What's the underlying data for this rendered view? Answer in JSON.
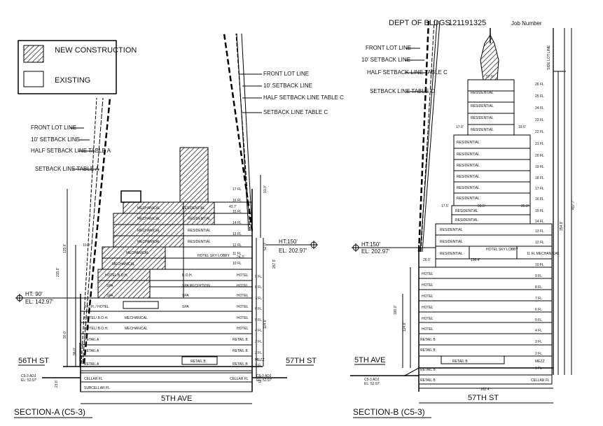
{
  "legend": {
    "new": "NEW CONSTRUCTION",
    "existing": "EXISTING"
  },
  "section_a": {
    "title": "SECTION-A (C5-3)",
    "street_left": "56TH ST",
    "street_right": "57TH ST",
    "street_bottom": "5TH AVE",
    "plane_labels": [
      "FRONT LOT LINE",
      "10' SETBACK LINE",
      "HALF SETBACK LINE TABLE A",
      "SETBACK LINE TABLE A"
    ],
    "plane_labels_right": [
      "FRONT LOT LINE",
      "10' SETBACK LINE",
      "HALF SETBACK LINE TABLE C",
      "SETBACK LINE TABLE C"
    ],
    "ht_left": [
      "HT: 90'",
      "EL: 142.97'"
    ],
    "ht_right": [
      "HT:150'",
      "EL: 202.97'"
    ],
    "adj_left": [
      "C5-3 ADJ",
      "EL: 52.97'"
    ],
    "adj_right": [
      "C5-3 ADJ",
      "EL: 52.97'"
    ],
    "floors": [
      "17 FL",
      "16 FL",
      "15 FL",
      "14 FL",
      "13 FL",
      "12 FL",
      "11 FL",
      "10 FL",
      "9 FL",
      "8 FL",
      "7 FL",
      "6 FL",
      "5 FL",
      "4 FL",
      "3 FL",
      "2 FL",
      "MEZZ",
      "1 FL"
    ],
    "rooms_new": [
      "MECHANICAL",
      "MECHANICAL",
      "MECHANICAL",
      "MECHANICAL",
      "MECHANICAL",
      "MECHANICAL",
      "HOTEL SKY LOBBY",
      "MECHANICAL",
      "HOTEL B.O.H.",
      "SPA",
      "SPA"
    ],
    "rooms_right": [
      "RESIDENTIAL",
      "RESIDENTIAL",
      "RESIDENTIAL",
      "RESIDENTIAL",
      "HOTEL SKY LOBBY",
      "B.O.H.",
      "SPA RECEPTION",
      "SPA",
      "SPA",
      "MECHANICAL",
      "MECHANICAL"
    ],
    "rooms_hotel": [
      "HOTEL",
      "HOTEL",
      "HOTEL",
      "HOTEL",
      "HOTEL",
      "HOTEL",
      "RETAIL B",
      "RETAIL B",
      "RETAIL B"
    ],
    "rooms_left": [
      "B.O.H. / HOTEL",
      "HOTEL/ B.O.H.",
      "HOTEL/ B.O.H.",
      "RETAIL A",
      "RETAIL A",
      "RETAIL A",
      "RETAIL B",
      "CELLAR FL",
      "SUBCELLAR FL",
      "CELLAR FL"
    ],
    "dims": [
      "215.6'",
      "125.6'",
      "90.0'",
      "96.0'",
      "23.6'",
      "91.0'",
      "52.0'",
      "267.5'",
      "124.6'",
      "10.0'",
      "24.3'",
      "43.7'",
      "12.5'"
    ]
  },
  "section_b": {
    "title": "SECTION-B (C5-3)",
    "header": "DEPT OF BLDGS",
    "job_number_value": "121191325",
    "job_number_label": "Job Number",
    "street_left": "5TH AVE",
    "street_bottom": "57TH ST",
    "plane_labels": [
      "FRONT LOT LINE",
      "10' SETBACK LINE",
      "HALF SETBACK LINE TABLE C",
      "SETBACK LINE TABLE C"
    ],
    "ht_left": [
      "HT:150'",
      "EL: 202.97'"
    ],
    "adj_left": [
      "C5-3 ADJ",
      "EL: 52.97'"
    ],
    "side_lot_line": "SIDE LOT LINE",
    "floors": [
      "26 FL",
      "25 FL",
      "24 FL",
      "23 FL",
      "22 FL",
      "21 FL",
      "20 FL",
      "19 FL",
      "18 FL",
      "17 FL",
      "16 FL",
      "15 FL",
      "14 FL",
      "13 FL",
      "12 FL",
      "11 FL MECHANICAL",
      "10 FL",
      "9 FL",
      "8 FL",
      "7 FL",
      "6 FL",
      "5 FL",
      "4 FL",
      "3 FL",
      "2 FL",
      "MEZZ",
      "1 FL",
      "CELLAR FL"
    ],
    "rooms": [
      "RESIDENTIAL",
      "RESIDENTIAL",
      "RESIDENTIAL",
      "RESIDENTIAL",
      "RESIDENTIAL",
      "RESIDENTIAL",
      "RESIDENTIAL",
      "RESIDENTIAL",
      "RESIDENTIAL",
      "RESIDENTIAL",
      "RESIDENTIAL",
      "RESIDENTIAL",
      "RESIDENTIAL",
      "RESIDENTIAL",
      "RESIDENTIAL",
      "RESIDENTIAL",
      "HOTEL SKY LOBBY",
      "HOTEL",
      "HOTEL",
      "HOTEL",
      "HOTEL",
      "HOTEL",
      "HOTEL",
      "RETAIL B",
      "RETAIL B",
      "RETAIL B",
      "RETAIL B",
      "RETAIL B"
    ],
    "dims": [
      "57.0'",
      "17.0'",
      "19.6'",
      "17.5'",
      "93.5'",
      "25.3'",
      "26.0'",
      "136.4'",
      "180.0'",
      "124.6'",
      "354.9'",
      "407.7'",
      "162.4'"
    ]
  }
}
